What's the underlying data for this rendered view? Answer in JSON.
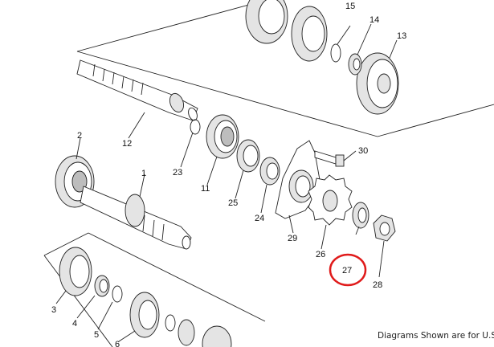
{
  "diagram": {
    "part_labels": {
      "p1": "1",
      "p2": "2",
      "p3": "3",
      "p4": "4",
      "p5": "5",
      "p6": "6",
      "p11": "11",
      "p12": "12",
      "p13": "13",
      "p14": "14",
      "p15": "15",
      "p23": "23",
      "p24": "24",
      "p25": "25",
      "p26": "26",
      "p27": "27",
      "p28": "28",
      "p29": "29",
      "p30": "30"
    },
    "highlighted_part": "27",
    "highlight_color": "#e01b1b",
    "footer_note": "Diagrams Shown are for U.S."
  }
}
